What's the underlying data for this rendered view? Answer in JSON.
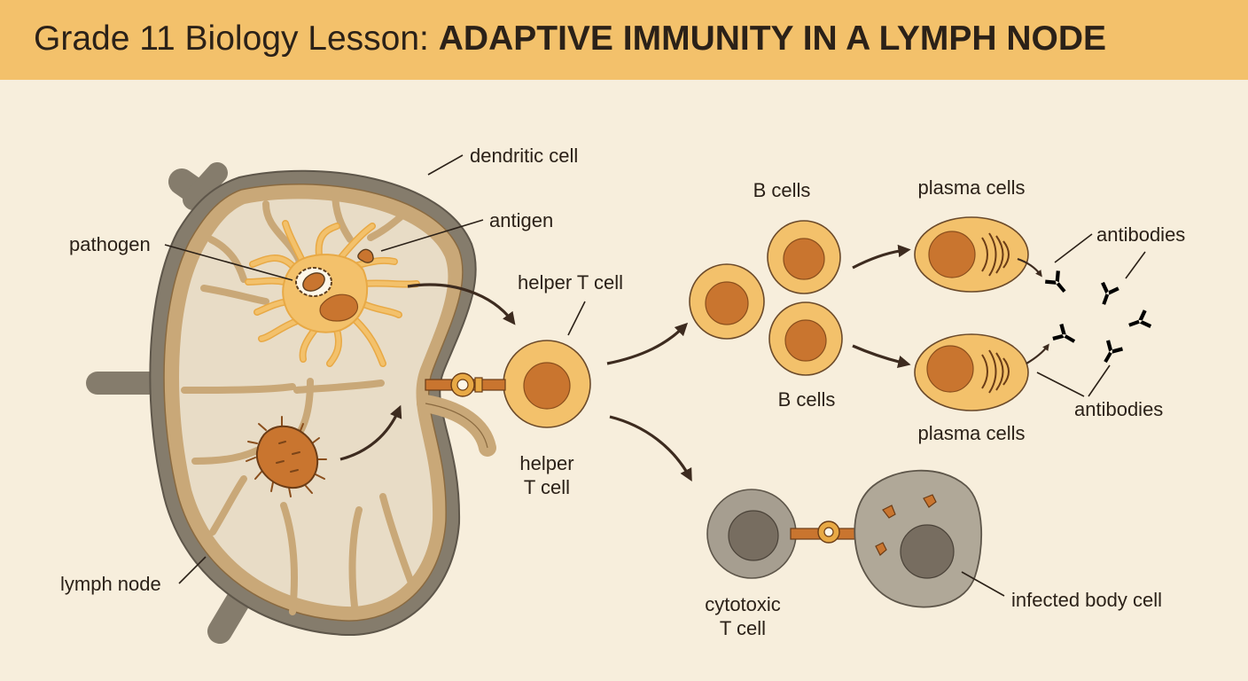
{
  "header": {
    "title_prefix": "Grade 11 Biology Lesson: ",
    "title_main": "ADAPTIVE IMMUNITY IN A LYMPH NODE"
  },
  "labels": {
    "dendritic_cell": "dendritic cell",
    "antigen": "antigen",
    "pathogen": "pathogen",
    "helper_t_cell_top": "helper T cell",
    "helper_t_cell_bottom": [
      "helper",
      "T cell"
    ],
    "b_cells_top": "B cells",
    "b_cells_bottom": "B cells",
    "plasma_cells_top": "plasma cells",
    "plasma_cells_bottom": "plasma cells",
    "antibodies_top": "antibodies",
    "antibodies_bottom": "antibodies",
    "lymph_node": "lymph node",
    "cytotoxic_t_cell": [
      "cytotoxic",
      "T cell"
    ],
    "infected_body_cell": "infected body cell"
  },
  "colors": {
    "header": "#f3c16b",
    "background": "#f7eedc",
    "node_capsule": "#857c6c",
    "node_tissue": "#e8dcc6",
    "trabeculae": "#c9a878",
    "cell_cytoplasm": "#f3c16b",
    "cell_nucleus": "#c9752f",
    "cytotoxic_cell": "#a69e90",
    "infected_cell": "#b0a898",
    "ink": "#2b2118"
  },
  "icons": [
    "dendritic-cell-icon",
    "pathogen-icon",
    "antigen-icon",
    "b-cell-icon",
    "plasma-cell-icon",
    "antibody-icon",
    "helper-t-cell-icon",
    "cytotoxic-t-cell-icon",
    "infected-cell-icon",
    "receptor-connector-icon"
  ]
}
